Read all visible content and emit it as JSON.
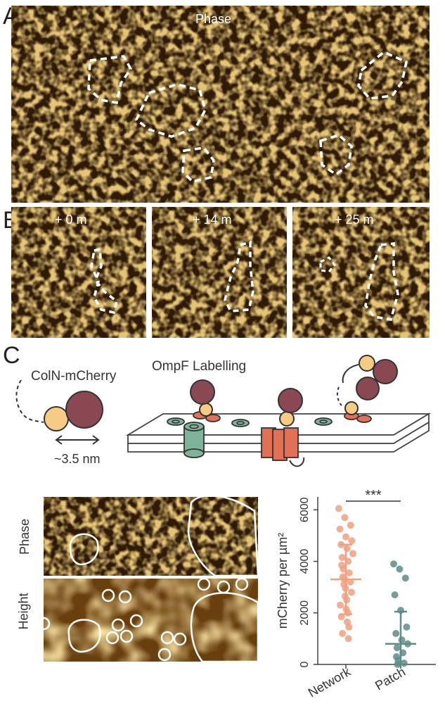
{
  "panels": {
    "a": {
      "letter": "A",
      "label": "Phase"
    },
    "b": {
      "letter": "B",
      "frames": [
        "+ 0 m",
        "+ 14 m",
        "+ 25 m"
      ]
    },
    "c": {
      "letter": "C",
      "construct": "ColN-mCherry",
      "title": "OmpF Labelling",
      "scale": "~3.5 nm",
      "micro_labels": [
        "Phase",
        "Height"
      ]
    }
  },
  "colors": {
    "network": "#f0a080",
    "patch": "#5e8c88",
    "mcherry": "#8a4852",
    "coln": "#f6cc85",
    "ompf_green": "#7fb39a",
    "ompf_orange": "#e27055"
  },
  "chart_data": {
    "type": "scatter",
    "ylabel": "mCherry per µm²",
    "ylim": [
      0,
      6500
    ],
    "yticks": [
      "0",
      "2000",
      "4000",
      "6000"
    ],
    "categories": [
      "Network",
      "Patch"
    ],
    "significance": "***",
    "series": [
      {
        "name": "Network",
        "values": [
          6050,
          5700,
          5400,
          5250,
          4950,
          4800,
          4650,
          4500,
          4300,
          4150,
          4000,
          3850,
          3700,
          3550,
          3400,
          3300,
          3200,
          3100,
          2950,
          2800,
          2650,
          2500,
          2300,
          2150,
          2000,
          1850,
          1650,
          1450,
          1200,
          1000
        ],
        "median": 3300,
        "q1": 1950,
        "q3": 4650
      },
      {
        "name": "Patch",
        "values": [
          3900,
          3700,
          3350,
          2700,
          2100,
          1450,
          1200,
          950,
          800,
          650,
          450,
          300,
          150,
          50,
          0
        ],
        "median": 800,
        "q1": 0,
        "q3": 2050
      }
    ]
  }
}
